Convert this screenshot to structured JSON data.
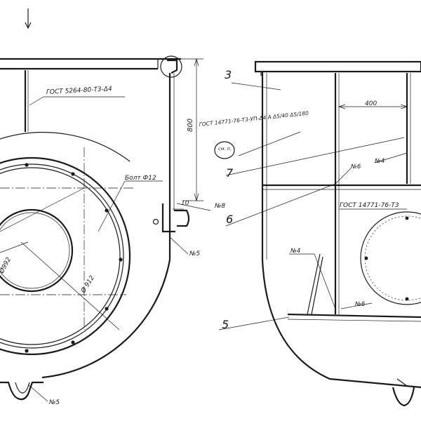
{
  "labels": {
    "gost_left": "ГОСТ 5264-80-Т3-Δ4",
    "gost_center": "ГОСТ 14771-76-Т3-УП-Δ4 А Δ5/40 Δ5/180",
    "dim_800": "800",
    "dim_400": "400",
    "dim_10": "10",
    "bolt_note": "Болт Ф12",
    "dia_inner": "Ø992",
    "dia_outer": "Ø 912",
    "see_note": "см. п.",
    "gost_right": "ГОСТ 14771-76-Т3",
    "pos_3": "3",
    "pos_5": "5",
    "pos_6": "6",
    "pos_7": "7",
    "ref_n8": "№8",
    "ref_n5_mid": "№5",
    "ref_n5_bottom": "№5",
    "ref_n6_top": "№6",
    "ref_n4_top": "№4",
    "ref_n4_mid": "№4",
    "ref_n6_bottom": "№6"
  }
}
